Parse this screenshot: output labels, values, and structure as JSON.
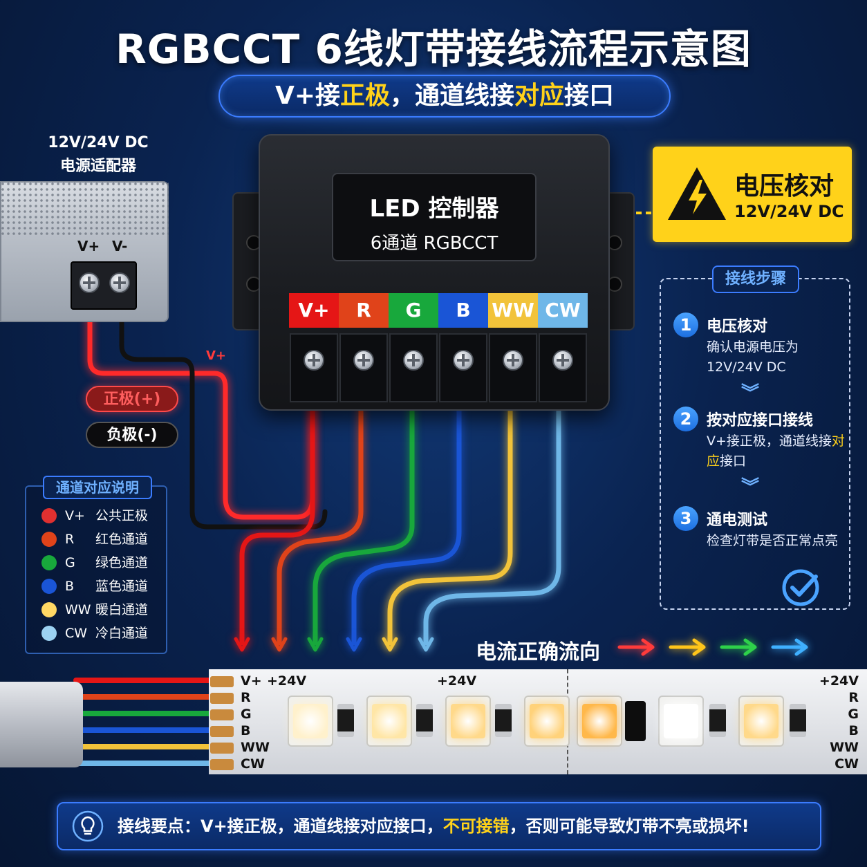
{
  "header": {
    "title": "RGBCCT 6线灯带接线流程示意图",
    "subtitle_parts": [
      {
        "text": "V+接",
        "hl": false
      },
      {
        "text": "正极",
        "hl": true
      },
      {
        "text": "，通道线接",
        "hl": false
      },
      {
        "text": "对应",
        "hl": true
      },
      {
        "text": "接口",
        "hl": false
      }
    ]
  },
  "power_supply": {
    "label_line1": "12V/24V DC",
    "label_line2": "电源适配器",
    "terminal_pos": "V+",
    "terminal_neg": "V-"
  },
  "polarity": {
    "positive": "正极(+)",
    "negative": "负极(-)",
    "wire_tag": "V+"
  },
  "controller": {
    "title": "LED 控制器",
    "subtitle": "6通道 RGBCCT",
    "ports": [
      {
        "label": "V+",
        "color": "#e51616",
        "text_color": "#ffffff"
      },
      {
        "label": "R",
        "color": "#e0431a",
        "text_color": "#ffffff"
      },
      {
        "label": "G",
        "color": "#18a83c",
        "text_color": "#ffffff"
      },
      {
        "label": "B",
        "color": "#1a55d6",
        "text_color": "#ffffff"
      },
      {
        "label": "WW",
        "color": "#f2c33a",
        "text_color": "#ffffff"
      },
      {
        "label": "CW",
        "color": "#6fb7e8",
        "text_color": "#ffffff"
      }
    ]
  },
  "warning": {
    "title": "电压核对",
    "subtitle": "12V/24V DC",
    "icon": "warning-triangle-icon"
  },
  "steps": {
    "title": "接线步骤",
    "items": [
      {
        "num": "1",
        "title": "电压核对",
        "desc_parts": [
          {
            "text": "确认电源电压为12V/24V DC",
            "hl": false
          }
        ]
      },
      {
        "num": "2",
        "title": "按对应接口接线",
        "desc_parts": [
          {
            "text": "V+接正极，通道线接",
            "hl": false
          },
          {
            "text": "对应",
            "hl": true
          },
          {
            "text": "接口",
            "hl": false
          }
        ]
      },
      {
        "num": "3",
        "title": "通电测试",
        "desc_parts": [
          {
            "text": "检查灯带是否正常点亮",
            "hl": false
          }
        ]
      }
    ]
  },
  "legend": {
    "title": "通道对应说明",
    "items": [
      {
        "code": "V+",
        "name": "公共正极",
        "color": "#e03030"
      },
      {
        "code": "R",
        "name": "红色通道",
        "color": "#e0431a"
      },
      {
        "code": "G",
        "name": "绿色通道",
        "color": "#18a83c"
      },
      {
        "code": "B",
        "name": "蓝色通道",
        "color": "#1a55d6"
      },
      {
        "code": "WW",
        "name": "暖白通道",
        "color": "#ffd864"
      },
      {
        "code": "CW",
        "name": "冷白通道",
        "color": "#9cd2f2"
      }
    ]
  },
  "flow": {
    "label": "电流正确流向",
    "arrow_colors": [
      "#ff3b3b",
      "#ffc51a",
      "#2ed14a",
      "#3fb0ff"
    ]
  },
  "strip": {
    "labels": [
      "V+",
      "R",
      "G",
      "B",
      "WW",
      "CW"
    ],
    "right_labels": [
      "+24V",
      "R",
      "G",
      "B",
      "WW",
      "CW"
    ],
    "voltage_left": "+24V",
    "voltage_mid": "+24V",
    "led_colors": [
      "#fff1cc",
      "#ffe6a6",
      "#ffd98a",
      "#ffd27a",
      "#ffb84a",
      "#ffffff",
      "#ffd98a"
    ]
  },
  "footer": {
    "icon": "lightbulb-icon",
    "parts": [
      {
        "text": "接线要点：V+接正极，通道线接对应接口，",
        "hl": false
      },
      {
        "text": "不可接错",
        "hl": true
      },
      {
        "text": "，否则可能导致灯带不亮或损坏!",
        "hl": false
      }
    ]
  }
}
